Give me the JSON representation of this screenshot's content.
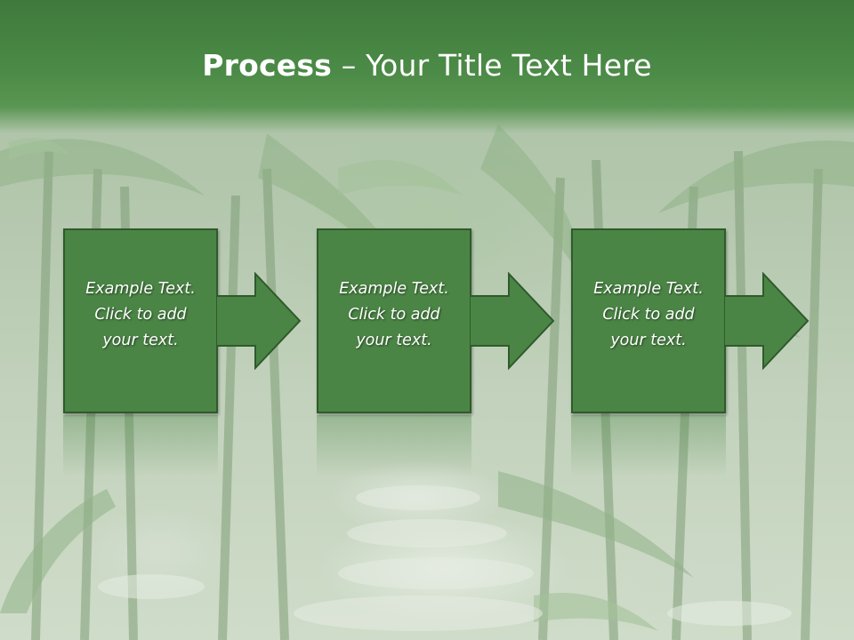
{
  "slide": {
    "title_bold": "Process",
    "title_rest": " – Your Title Text Here"
  },
  "steps": [
    {
      "text": "Example Text.\nClick  to add\nyour text."
    },
    {
      "text": "Example Text.\nClick  to add\nyour text."
    },
    {
      "text": "Example Text.\nClick  to add\nyour text."
    }
  ],
  "colors": {
    "title_bar": "#4c8b47",
    "step_fill": "#4b8545",
    "step_border": "#2f5a2c",
    "text": "#ffffff"
  }
}
